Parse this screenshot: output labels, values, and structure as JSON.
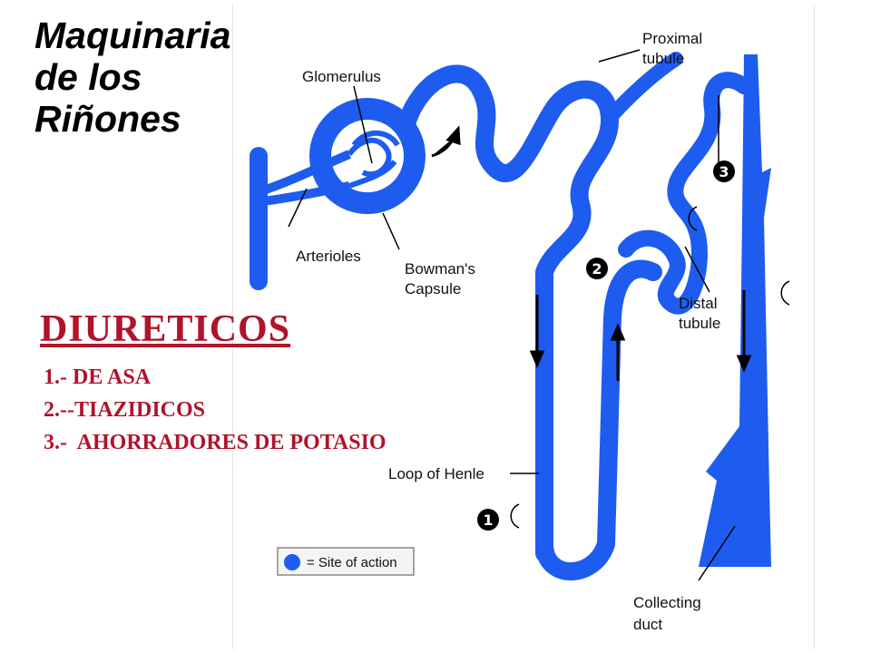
{
  "title": {
    "lines": [
      "Maquinaria",
      "de los",
      "Riñones"
    ]
  },
  "diuretics": {
    "heading": "DIURETICOS",
    "items": [
      "1.- DE ASA",
      "2.--TIAZIDICOS",
      "3.-  AHORRADORES DE POTASIO"
    ]
  },
  "diagram": {
    "labels": {
      "glomerulus": "Glomerulus",
      "proximal_1": "Proximal",
      "proximal_2": "tubule",
      "arterioles": "Arterioles",
      "bowman_1": "Bowman's",
      "bowman_2": "Capsule",
      "distal_1": "Distal",
      "distal_2": "tubule",
      "loop": "Loop of Henle",
      "collecting_1": "Collecting",
      "collecting_2": "duct"
    },
    "legend": "= Site of action",
    "sites": [
      "1",
      "2",
      "3"
    ]
  },
  "colors": {
    "tubule": "#1e5cf0",
    "title": "#000000",
    "diuretic_text": "#b0132a",
    "site_badge": "#000000"
  }
}
